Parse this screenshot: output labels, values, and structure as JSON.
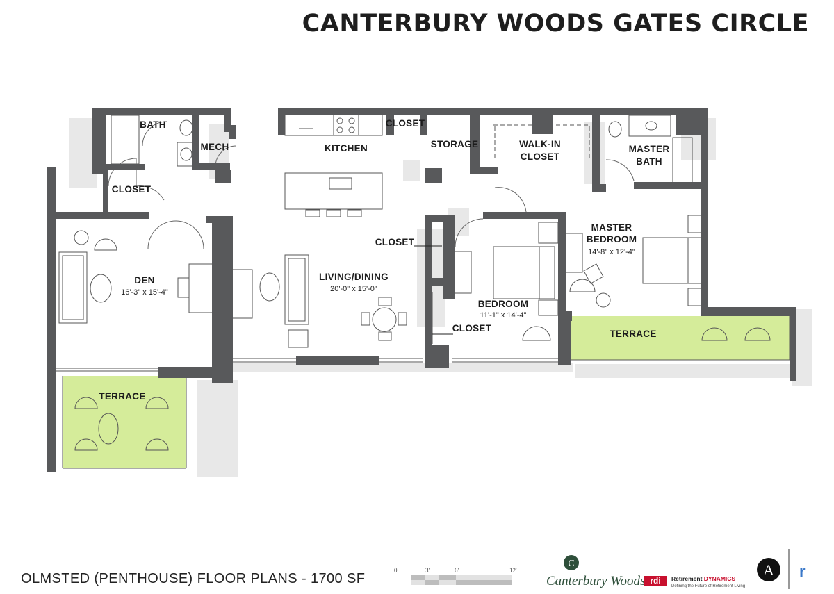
{
  "title": "CANTERBURY WOODS GATES CIRCLE",
  "plan_caption": "OLMSTED (PENTHOUSE) FLOOR PLANS - 1700 SF",
  "rooms": {
    "bath": "BATH",
    "mech": "MECH",
    "kitchen": "KITCHEN",
    "closet_kitchen": "CLOSET",
    "storage": "STORAGE",
    "walkin_1": "WALK-IN",
    "walkin_2": "CLOSET",
    "master_bath_1": "MASTER",
    "master_bath_2": "BATH",
    "closet_entry": "CLOSET",
    "den": "DEN",
    "den_dim": "16'-3\" x 15'-4\"",
    "living": "LIVING/DINING",
    "living_dim": "20'-0\" x 15'-0\"",
    "closet_mid": "CLOSET",
    "closet_low": "CLOSET",
    "bedroom": "BEDROOM",
    "bedroom_dim": "11'-1\" x 14'-4\"",
    "master_bed_1": "MASTER",
    "master_bed_2": "BEDROOM",
    "master_bed_dim": "14'-8\" x 12'-4\"",
    "terrace_right": "TERRACE",
    "terrace_left": "TERRACE"
  },
  "scale": {
    "labels": [
      "0'",
      "3'",
      "6'",
      "12'"
    ]
  },
  "logos": {
    "canterbury_initial": "C",
    "canterbury_text": "Canterbury Woods",
    "rdi_mark": "rdi",
    "rdi_name_1": "Retirement ",
    "rdi_name_2": "DYNAMICS",
    "rdi_tagline": "Defining the Future of Retirement Living",
    "architect_initial": "A",
    "r_mark": "r"
  },
  "colors": {
    "wall": "#58595b",
    "terrace": "#d5ec9a",
    "shadow": "#e8e8e8",
    "logo_green": "#2e4f3a",
    "rdi_red": "#c8102e",
    "r_blue": "#3a78c9"
  }
}
